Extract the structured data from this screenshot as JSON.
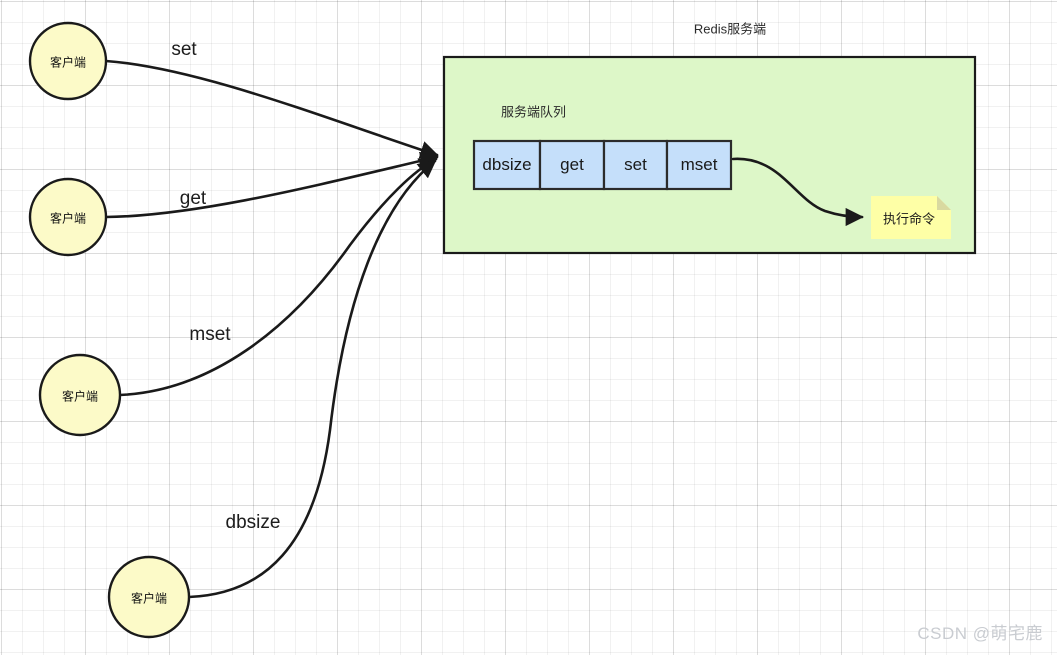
{
  "diagram": {
    "title": "Redis服务端",
    "server_box": {
      "fill": "#ddf7c8",
      "stroke": "#1a1a1a",
      "queue_title": "服务端队列"
    },
    "queue": {
      "cell_fill": "#c5dffa",
      "cell_stroke": "#2b2b2b",
      "cells": [
        {
          "label": "dbsize"
        },
        {
          "label": "get"
        },
        {
          "label": "set"
        },
        {
          "label": "mset"
        }
      ]
    },
    "note": {
      "label": "执行命令",
      "fill": "#feffa6",
      "fold_fill": "#d9d9a0"
    },
    "clients": [
      {
        "label": "客户端",
        "command": "set"
      },
      {
        "label": "客户端",
        "command": "get"
      },
      {
        "label": "客户端",
        "command": "mset"
      },
      {
        "label": "客户端",
        "command": "dbsize"
      }
    ],
    "client_style": {
      "fill": "#fcfac8",
      "stroke": "#1a1a1a"
    },
    "edge_labels": [
      "set",
      "get",
      "mset",
      "dbsize"
    ]
  },
  "watermark": {
    "text": "CSDN @萌宅鹿"
  }
}
